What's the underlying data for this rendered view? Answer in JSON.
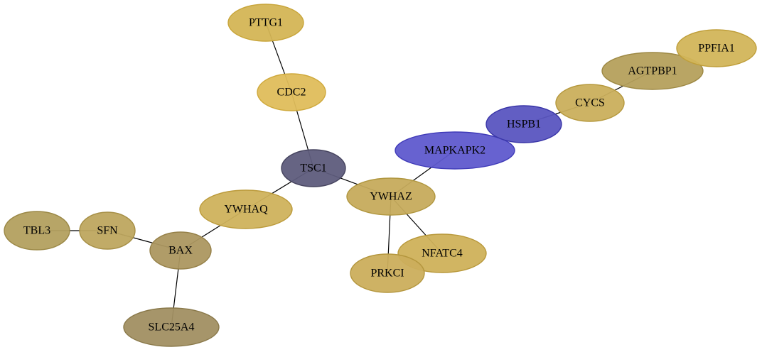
{
  "nodes": [
    {
      "id": "PTTG1",
      "label": "PTTG1",
      "fill": "#d4b555",
      "stroke": "#c8a53a"
    },
    {
      "id": "CDC2",
      "label": "CDC2",
      "fill": "#dfbd5b",
      "stroke": "#cfa93c"
    },
    {
      "id": "TSC1",
      "label": "TSC1",
      "fill": "#5e5c7c",
      "stroke": "#46445f"
    },
    {
      "id": "YWHAQ",
      "label": "YWHAQ",
      "fill": "#cfb25c",
      "stroke": "#bb9a3a"
    },
    {
      "id": "YWHAZ",
      "label": "YWHAZ",
      "fill": "#c6ab5c",
      "stroke": "#b0963e"
    },
    {
      "id": "MAPKAPK2",
      "label": "MAPKAPK2",
      "fill": "#5f5acd",
      "stroke": "#3f3ab8"
    },
    {
      "id": "HSPB1",
      "label": "HSPB1",
      "fill": "#5a55c0",
      "stroke": "#3a36a8"
    },
    {
      "id": "CYCS",
      "label": "CYCS",
      "fill": "#caaf5c",
      "stroke": "#b6993e"
    },
    {
      "id": "AGTPBP1",
      "label": "AGTPBP1",
      "fill": "#b5a05c",
      "stroke": "#9d8843"
    },
    {
      "id": "PPFIA1",
      "label": "PPFIA1",
      "fill": "#d2b55a",
      "stroke": "#bf9e3a"
    },
    {
      "id": "NFATC4",
      "label": "NFATC4",
      "fill": "#cfb15a",
      "stroke": "#b8983a"
    },
    {
      "id": "PRKCI",
      "label": "PRKCI",
      "fill": "#cbae5c",
      "stroke": "#b4963d"
    },
    {
      "id": "BAX",
      "label": "BAX",
      "fill": "#ac9760",
      "stroke": "#958048"
    },
    {
      "id": "SFN",
      "label": "SFN",
      "fill": "#bea75f",
      "stroke": "#a68f46"
    },
    {
      "id": "TBL3",
      "label": "TBL3",
      "fill": "#b3a05f",
      "stroke": "#9b8846"
    },
    {
      "id": "SLC25A4",
      "label": "SLC25A4",
      "fill": "#a18f62",
      "stroke": "#897849"
    }
  ],
  "edges": [
    {
      "source": "PTTG1",
      "target": "CDC2"
    },
    {
      "source": "CDC2",
      "target": "TSC1"
    },
    {
      "source": "TSC1",
      "target": "YWHAQ"
    },
    {
      "source": "TSC1",
      "target": "YWHAZ"
    },
    {
      "source": "YWHAZ",
      "target": "MAPKAPK2"
    },
    {
      "source": "YWHAZ",
      "target": "NFATC4"
    },
    {
      "source": "YWHAZ",
      "target": "PRKCI"
    },
    {
      "source": "HSPB1",
      "target": "CYCS"
    },
    {
      "source": "CYCS",
      "target": "AGTPBP1"
    },
    {
      "source": "YWHAQ",
      "target": "BAX"
    },
    {
      "source": "BAX",
      "target": "SFN"
    },
    {
      "source": "SFN",
      "target": "TBL3"
    },
    {
      "source": "BAX",
      "target": "SLC25A4"
    }
  ]
}
